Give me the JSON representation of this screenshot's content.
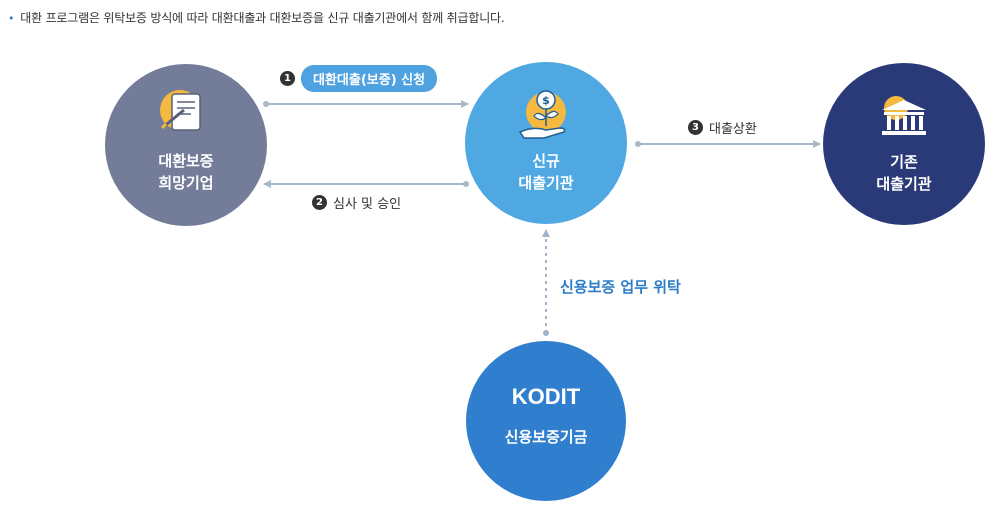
{
  "note": {
    "bullet": "•",
    "text": "대환 프로그램은 위탁보증 방식에 따라 대환대출과 대환보증을 신규 대출기관에서 함께 취급합니다."
  },
  "nodes": {
    "applicant": {
      "line1": "대환보증",
      "line2": "희망기업",
      "icon": "document-pen-icon",
      "color": "#737c98"
    },
    "new_lender": {
      "line1": "신규",
      "line2": "대출기관",
      "icon": "money-plant-hand-icon",
      "color": "#4fa8e1"
    },
    "old_lender": {
      "line1": "기존",
      "line2": "대출기관",
      "icon": "bank-building-icon",
      "color": "#2a3a78"
    },
    "kodit": {
      "logo": "KODIT",
      "name": "신용보증기금",
      "color": "#2f7fce"
    }
  },
  "steps": [
    {
      "num": "1",
      "label": "대환대출(보증) 신청"
    },
    {
      "num": "2",
      "label": "심사 및 승인"
    },
    {
      "num": "3",
      "label": "대출상환"
    }
  ],
  "delegation_label": "신용보증 업무 위탁"
}
